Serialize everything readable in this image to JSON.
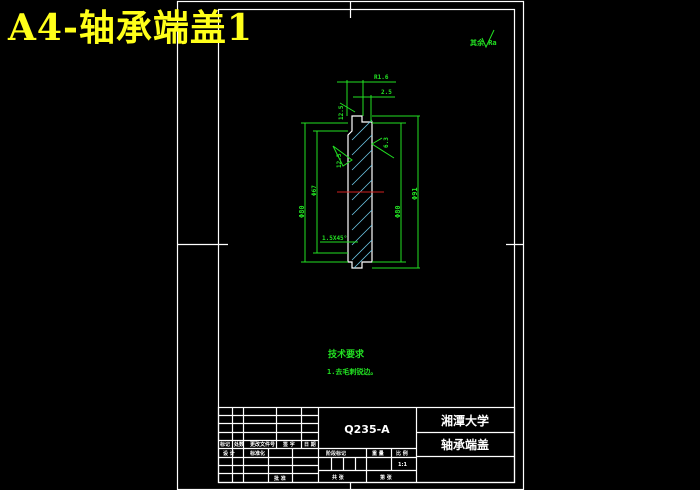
{
  "title_overlay": "A4-轴承端盖1",
  "colors": {
    "background": "#000000",
    "frame": "#ffffff",
    "dimension": "#22e022",
    "hatch": "#6ec8e8",
    "centerline": "#d02020",
    "title_overlay": "#ffff1a"
  },
  "drawing": {
    "surface_finish_note": "其余 Ra",
    "surface_roughness_symbol": "√",
    "dimensions": {
      "top_width_total": "R1.6",
      "top_width_step": "2.5",
      "flange_height": "12.5",
      "left_outer_dia": "Φ80",
      "left_inner_dia": "Φ67",
      "right_outer_dia": "Φ80",
      "right_total": "Φ91",
      "roughness_left": "12.5",
      "roughness_right": "6.3",
      "chamfer": "1.5X45°"
    },
    "technical_requirements": {
      "heading": "技术要求",
      "items": [
        "1.去毛刺锐边。"
      ]
    }
  },
  "title_block": {
    "material": "Q235-A",
    "school": "湘潭大学",
    "part_name": "轴承端盖",
    "left_table": {
      "row_mark": [
        "标记",
        "处数",
        "更改文件号",
        "签 字",
        "日 期"
      ],
      "row_design": [
        "设 计",
        "",
        "标准化",
        "",
        ""
      ],
      "row_audit": [
        "",
        "",
        "批 准",
        "",
        ""
      ]
    },
    "middle_table": {
      "headers": [
        "阶段标记",
        "重 量",
        "比 例"
      ],
      "scale": "1:1",
      "footer": [
        "共 张",
        "第 张"
      ]
    }
  }
}
